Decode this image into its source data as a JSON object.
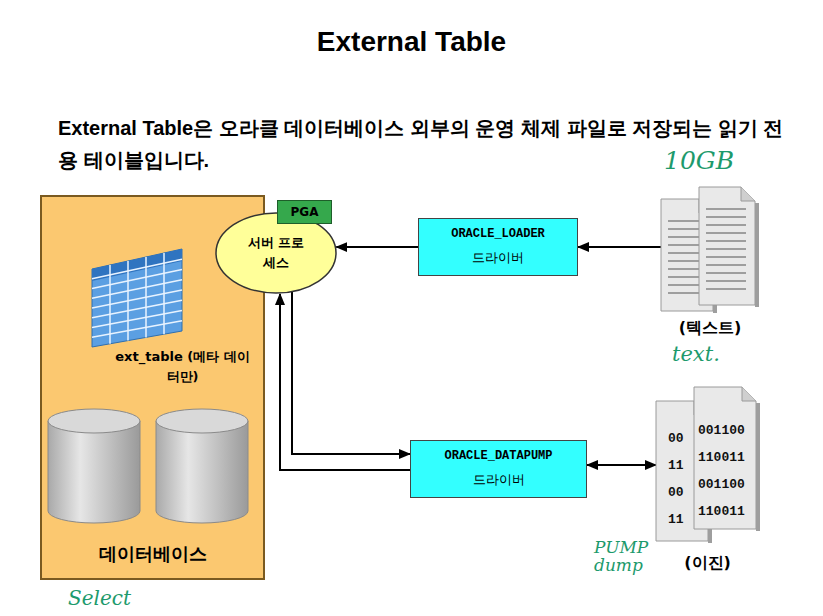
{
  "diagram": {
    "title": "External Table",
    "nodes": [
      {
        "text": [
          "데이터베이스"
        ]
      },
      {
        "text": [
          "서버 프로세스"
        ],
        "in": 0
      },
      {
        "text": [
          "PGA"
        ],
        "in": 0
      },
      {
        "text": [
          "ext_table (메타 데이터만)"
        ],
        "in": 0
      },
      {
        "text": [
          "ORACLE_LOADER",
          "드라이버"
        ]
      },
      {
        "text": [
          "ORACLE_DATAPUMP",
          "드라이버"
        ]
      },
      {
        "text": [
          "(텍스트)"
        ]
      },
      {
        "text": [
          "(이진)"
        ]
      }
    ],
    "edges": [
      {
        "from": 6,
        "to": 4,
        "arrow": "to"
      },
      {
        "from": 4,
        "to": 1,
        "arrow": "to"
      },
      {
        "from": 1,
        "to": 5,
        "arrow": "to"
      },
      {
        "from": 5,
        "to": 1,
        "arrow": "to"
      },
      {
        "from": 5,
        "to": 7,
        "arrow": "both"
      }
    ],
    "labels": [
      "External Table은 오라클 데이터베이스 외부의 운영 체제 파일로 저장되는 읽기 전용 테이블입니다.",
      "10GB",
      "text.",
      "PUMP dump",
      "Select",
      "00",
      "11",
      "00",
      "11",
      "001100",
      "110011",
      "001100",
      "110011"
    ]
  }
}
